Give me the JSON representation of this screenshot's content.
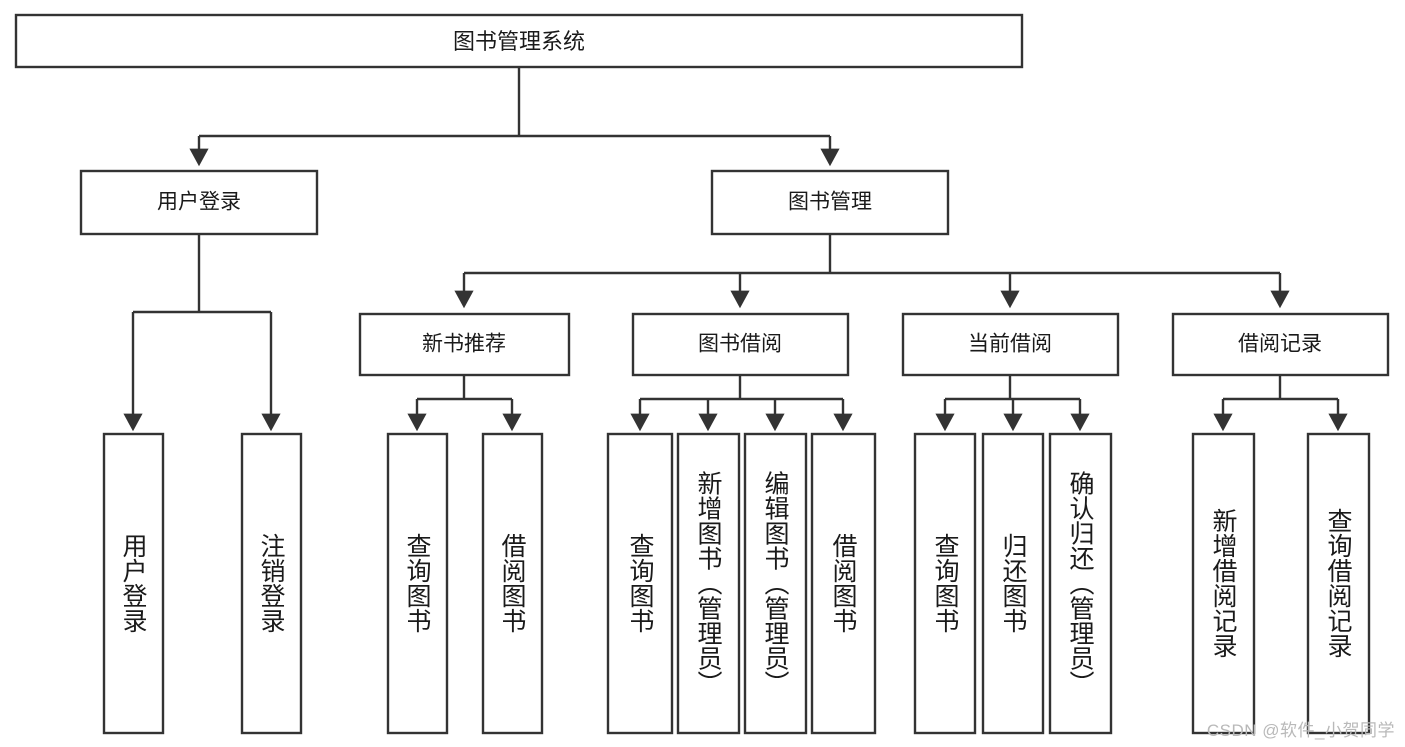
{
  "diagram": {
    "title": "图书管理系统",
    "watermark": "CSDN @软件_小贺同学",
    "colors": {
      "stroke": "#333333",
      "fill": "#ffffff",
      "text": "#1a1a1a",
      "watermark": "#b9b9b9"
    },
    "levels": {
      "root": {
        "label": "图书管理系统"
      },
      "level2": [
        {
          "label": "用户登录"
        },
        {
          "label": "图书管理"
        }
      ],
      "level3": [
        {
          "label": "新书推荐"
        },
        {
          "label": "图书借阅"
        },
        {
          "label": "当前借阅"
        },
        {
          "label": "借阅记录"
        }
      ],
      "leaves": {
        "user_login": [
          {
            "label": "用户登录"
          },
          {
            "label": "注销登录"
          }
        ],
        "new_book_recommend": [
          {
            "label": "查询图书"
          },
          {
            "label": "借阅图书"
          }
        ],
        "book_borrow": [
          {
            "label": "查询图书"
          },
          {
            "label": "新增图书（管理员）"
          },
          {
            "label": "编辑图书（管理员）"
          },
          {
            "label": "借阅图书"
          }
        ],
        "current_borrow": [
          {
            "label": "查询图书"
          },
          {
            "label": "归还图书"
          },
          {
            "label": "确认归还（管理员）"
          }
        ],
        "borrow_record": [
          {
            "label": "新增借阅记录"
          },
          {
            "label": "查询借阅记录"
          }
        ]
      }
    }
  }
}
